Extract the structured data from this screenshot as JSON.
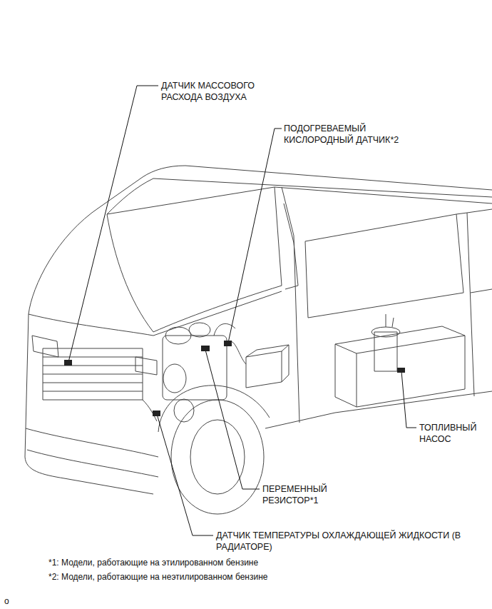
{
  "diagram": {
    "labels": [
      "ДАТЧИК МАССОВОГО РАСХОДА ВОЗДУХА",
      "ПОДОГРЕВАЕМЫЙ КИСЛОРОДНЫЙ ДАТЧИК*2",
      "ТОПЛИВНЫЙ НАСОС",
      "ПЕРЕМЕННЫЙ РЕЗИСТОР*1",
      "ДАТЧИК ТЕМПЕРАТУРЫ ОХЛАЖДАЮЩЕЙ ЖИДКОСТИ (В РАДИАТОРЕ)",
      "*1: Модели, работающие на этилированном бензине",
      "*2: Модели, работающие на неэтилированном бензине",
      "o"
    ]
  }
}
